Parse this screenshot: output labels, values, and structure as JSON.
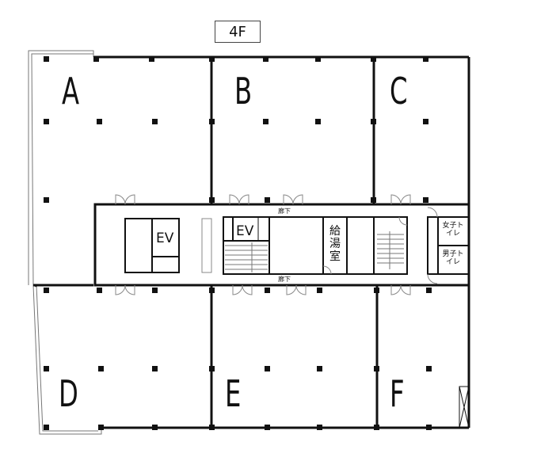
{
  "floor": {
    "label": "4F"
  },
  "units": [
    {
      "id": "A",
      "label": "A"
    },
    {
      "id": "B",
      "label": "B"
    },
    {
      "id": "C",
      "label": "C"
    },
    {
      "id": "D",
      "label": "D"
    },
    {
      "id": "E",
      "label": "E"
    },
    {
      "id": "F",
      "label": "F"
    }
  ],
  "core": {
    "elevator_1": "EV",
    "elevator_2": "EV",
    "corridor_top": "廊下",
    "corridor_bottom": "廊下",
    "kitchenette": "給湯室",
    "womens_toilet": "女子トイレ",
    "mens_toilet": "男子トイレ"
  }
}
